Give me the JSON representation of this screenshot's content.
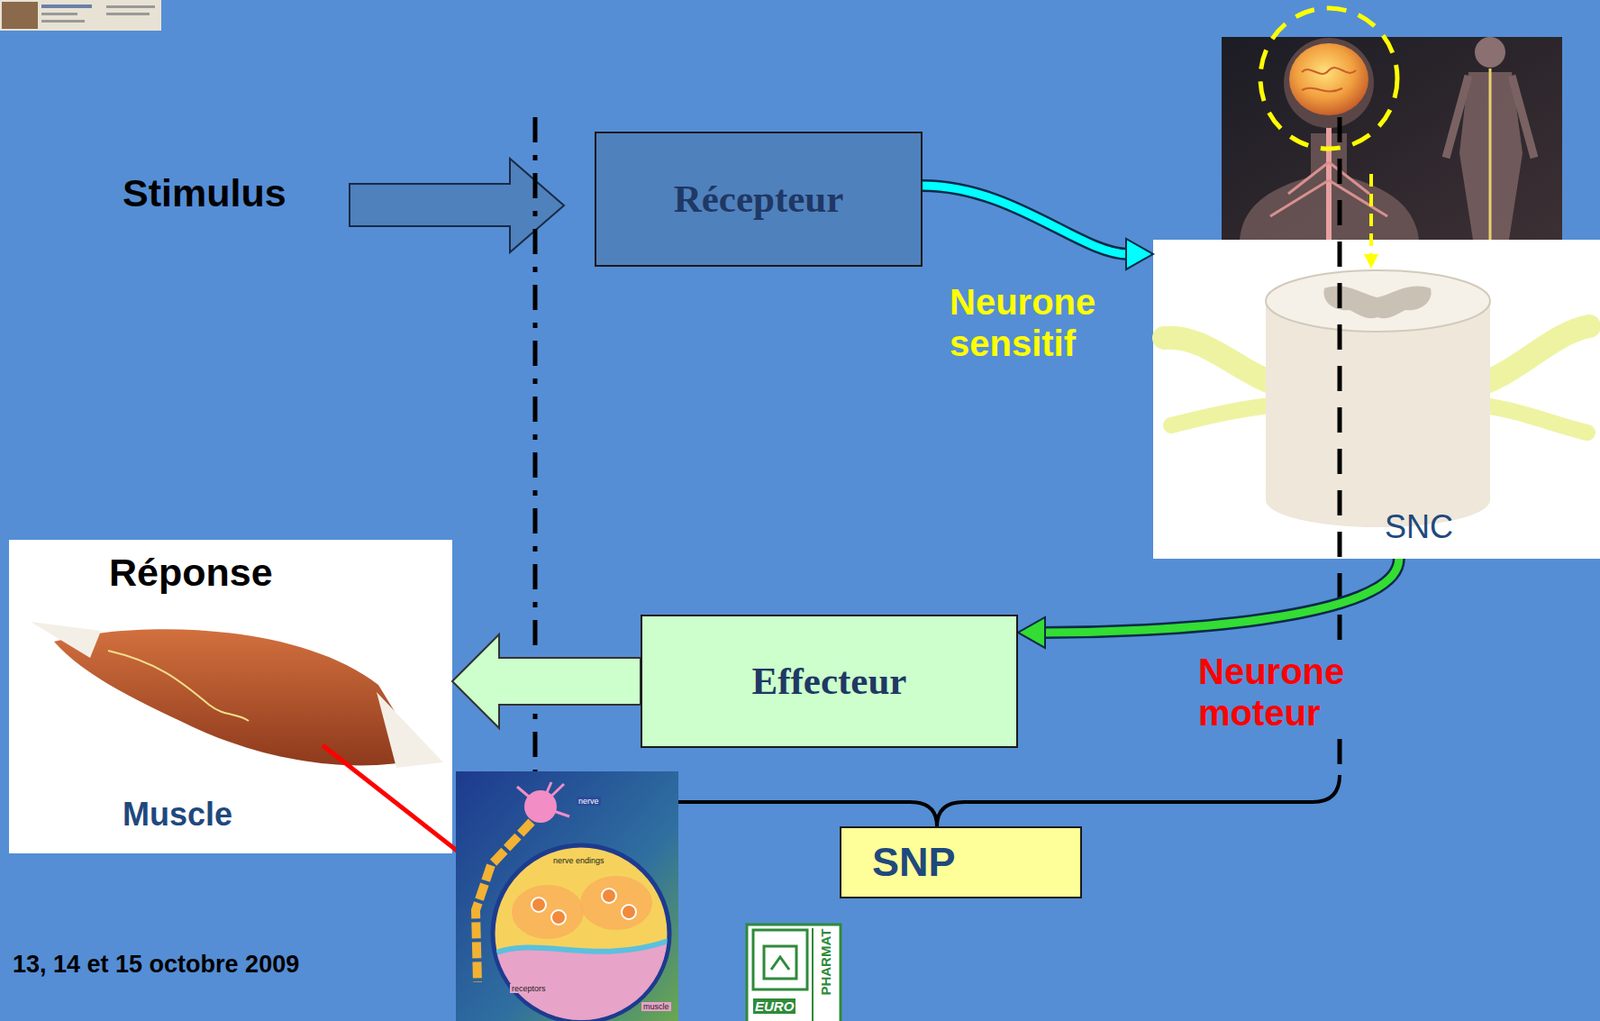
{
  "diagram": {
    "nodes": [
      {
        "text": [
          "Récepteur"
        ]
      },
      {
        "text": [
          "SNC"
        ]
      },
      {
        "text": [
          "Réponse",
          "Muscle"
        ]
      },
      {
        "text": [
          "Effecteur"
        ]
      },
      {
        "text": [
          "SNP"
        ]
      }
    ],
    "edges": [
      {
        "from": 0,
        "to": 1,
        "arrow": "to",
        "label": "Neurone sensitif"
      },
      {
        "from": 1,
        "to": 3,
        "arrow": "to",
        "label": "Neurone moteur"
      },
      {
        "from": 3,
        "to": 2,
        "arrow": "to"
      }
    ],
    "labels": [
      "Stimulus",
      "nerve",
      "nerve endings",
      "receptors",
      "muscle",
      "EURO",
      "PHARMAT",
      "13, 14 et 15 octobre 2009"
    ]
  }
}
